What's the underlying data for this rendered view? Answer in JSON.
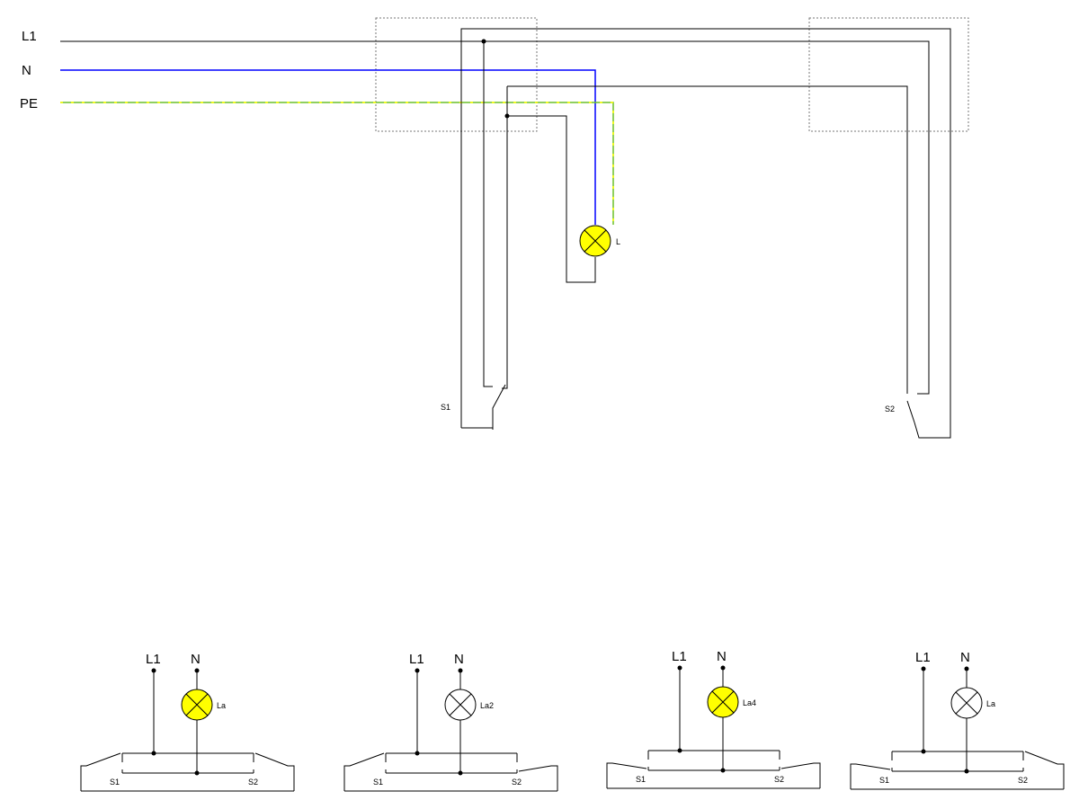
{
  "top": {
    "line_labels": {
      "l1": "L1",
      "n": "N",
      "pe": "PE"
    },
    "lamp_label": "L",
    "switch_labels": {
      "s1": "S1",
      "s2": "S2"
    }
  },
  "states": [
    {
      "l1": "L1",
      "n": "N",
      "lamp": "La",
      "s1": "S1",
      "s2": "S2",
      "lamp_on": true,
      "s1_pos": "up",
      "s2_pos": "up"
    },
    {
      "l1": "L1",
      "n": "N",
      "lamp": "La2",
      "s1": "S1",
      "s2": "S2",
      "lamp_on": false,
      "s1_pos": "up",
      "s2_pos": "down"
    },
    {
      "l1": "L1",
      "n": "N",
      "lamp": "La4",
      "s1": "S1",
      "s2": "S2",
      "lamp_on": true,
      "s1_pos": "down",
      "s2_pos": "down"
    },
    {
      "l1": "L1",
      "n": "N",
      "lamp": "La",
      "s1": "S1",
      "s2": "S2",
      "lamp_on": false,
      "s1_pos": "down",
      "s2_pos": "up"
    }
  ],
  "colors": {
    "phase": "#000000",
    "neutral": "#0000ff",
    "pe_green": "#6abf2a",
    "pe_yellow": "#ffff00",
    "lamp_on": "#ffff00",
    "lamp_off": "#ffffff"
  }
}
